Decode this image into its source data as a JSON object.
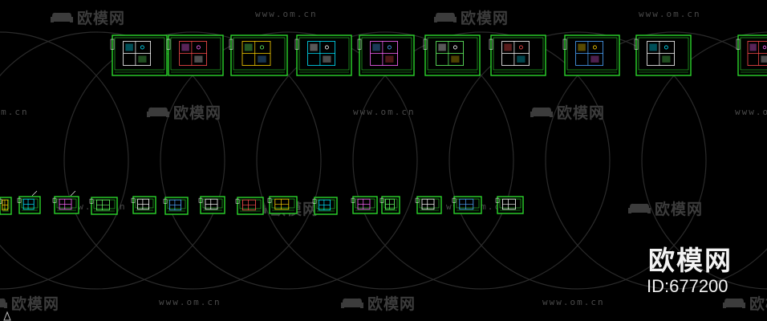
{
  "watermark": {
    "logo_text": "欧模网",
    "url_text": "www.om.cn"
  },
  "brand": {
    "title": "欧模网",
    "id_text": "ID:677200"
  },
  "colors": {
    "background": "#000000",
    "frame_border": "#2bd62b",
    "watermark": "#3c3c3c",
    "brand_text": "#f2f2f2"
  },
  "drawing": {
    "plan_sheet_count": 10,
    "detail_sheet_count": 16,
    "ucs_icon": "ucs-icon"
  }
}
